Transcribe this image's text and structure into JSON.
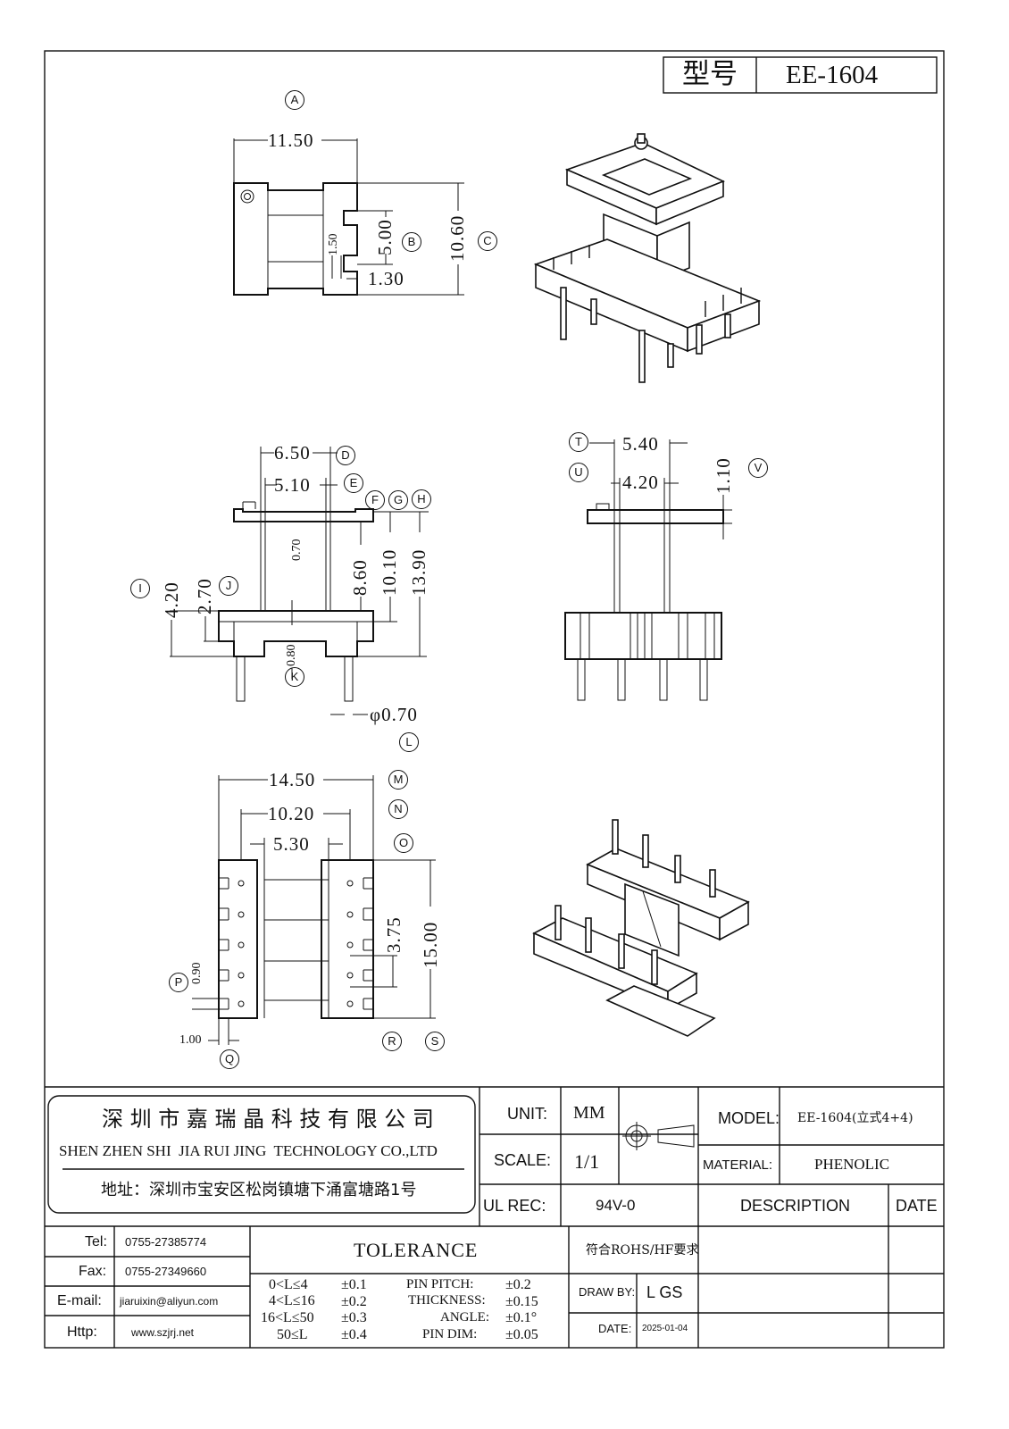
{
  "header": {
    "model_label": "型号",
    "model_value": "EE-1604"
  },
  "views": {
    "top": {
      "ref": "A",
      "dims": {
        "width": "11.50",
        "slot_height": "5.00",
        "slot_gap": "1.50",
        "slot_depth": "1.30",
        "height": "10.60"
      },
      "refs": {
        "b": "B",
        "c": "C"
      }
    },
    "front": {
      "dims": {
        "flange_outer": "6.50",
        "flange_inner": "5.10",
        "wall": "0.70",
        "h1": "8.60",
        "h2": "10.10",
        "h3": "13.90",
        "base_total": "4.20",
        "base_h": "2.70",
        "base_wall": "0.80",
        "pin_dia": "φ0.70"
      },
      "refs": {
        "d": "D",
        "e": "E",
        "f": "F",
        "g": "G",
        "h": "H",
        "i": "I",
        "j": "J",
        "k": "K",
        "l": "L"
      }
    },
    "side": {
      "dims": {
        "outer": "5.40",
        "inner": "4.20",
        "flange_t": "1.10"
      },
      "refs": {
        "t": "T",
        "u": "U",
        "v": "V"
      }
    },
    "bottom": {
      "dims": {
        "overall": "14.50",
        "pin_span": "10.20",
        "window": "5.30",
        "pitch": "3.75",
        "length": "15.00",
        "pin_w": "0.90",
        "pin_off": "1.00"
      },
      "refs": {
        "m": "M",
        "n": "N",
        "o": "O",
        "p": "P",
        "q": "Q",
        "r": "R",
        "s": "S"
      }
    }
  },
  "title_block": {
    "company_cn": "深 圳 市 嘉 瑞 晶 科 技 有 限 公 司",
    "company_en": "SHEN ZHEN SHI  JIA RUI JING  TECHNOLOGY CO.,LTD",
    "address": "地址：深圳市宝安区松岗镇塘下涌富塘路1号",
    "unit_label": "UNIT:",
    "unit_value": "MM",
    "scale_label": "SCALE:",
    "scale_value": "1/1",
    "ul_label": "UL REC:",
    "ul_value": "94V-0",
    "model_label": "MODEL:",
    "model_value": "EE-1604(立式4+4)",
    "material_label": "MATERIAL:",
    "material_value": "PHENOLIC",
    "description_label": "DESCRIPTION",
    "date_label": "DATE",
    "contacts": [
      {
        "label": "Tel:",
        "value": "0755-27385774"
      },
      {
        "label": "Fax:",
        "value": "0755-27349660"
      },
      {
        "label": "E-mail:",
        "value": "jiaruixin@aliyun.com"
      },
      {
        "label": "Http:",
        "value": "www.szjrj.net"
      }
    ],
    "tolerance_title": "TOLERANCE",
    "tolerance_left": [
      {
        "range": "0<L≤4",
        "tol": "±0.1"
      },
      {
        "range": "4<L≤16",
        "tol": "±0.2"
      },
      {
        "range": "16<L≤50",
        "tol": "±0.3"
      },
      {
        "range": "50≤L",
        "tol": "±0.4"
      }
    ],
    "tolerance_right": [
      {
        "name": "PIN PITCH:",
        "tol": "±0.2"
      },
      {
        "name": "THICKNESS:",
        "tol": "±0.15"
      },
      {
        "name": "ANGLE:",
        "tol": "±0.1°"
      },
      {
        "name": "PIN DIM:",
        "tol": "±0.05"
      }
    ],
    "rohs": "符合ROHS/HF要求",
    "draw_by_label": "DRAW BY:",
    "draw_by_value": "L GS",
    "date_field_label": "DATE:",
    "date_field_value": "2025-01-04"
  }
}
